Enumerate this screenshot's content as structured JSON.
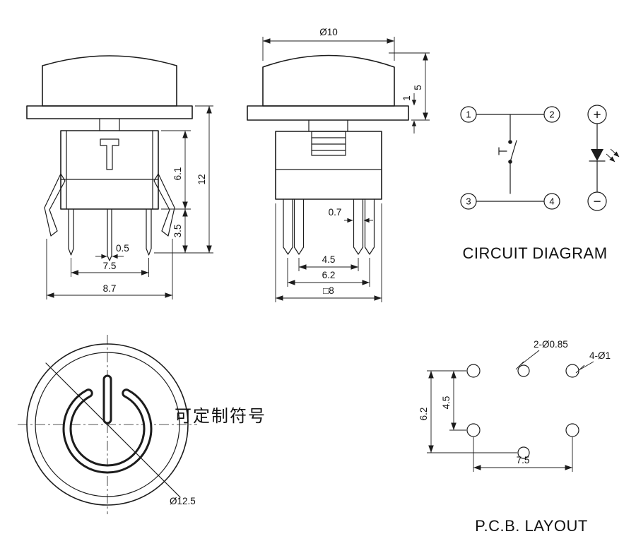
{
  "page": {
    "background": "#ffffff",
    "line_color": "#1c1c1c"
  },
  "side_view": {
    "dims": {
      "total_height": "12",
      "body_height": "6.1",
      "leg_height": "3.5",
      "led_pin_width": "0.5",
      "leg_span": "7.5",
      "clip_span": "8.7"
    }
  },
  "front_view": {
    "dims": {
      "cap_diameter": "Ø10",
      "cap_height": "5",
      "flange_thickness": "1",
      "pin_width": "0.7",
      "pin_span_inner": "4.5",
      "pin_span_outer": "6.2",
      "body_square": "□8"
    }
  },
  "circuit_diagram": {
    "title": "CIRCUIT DIAGRAM",
    "terminals": [
      "1",
      "2",
      "3",
      "4"
    ],
    "led": {
      "positive": "+",
      "negative": "−"
    }
  },
  "top_view": {
    "cap_diameter": "Ø12.5",
    "note": "可定制符号"
  },
  "pcb_layout": {
    "title": "P.C.B. LAYOUT",
    "led_holes": "2-Ø0.85",
    "pin_holes": "4-Ø1",
    "dims": {
      "v_total": "6.2",
      "v_inner": "4.5",
      "h_span": "7.5"
    }
  }
}
